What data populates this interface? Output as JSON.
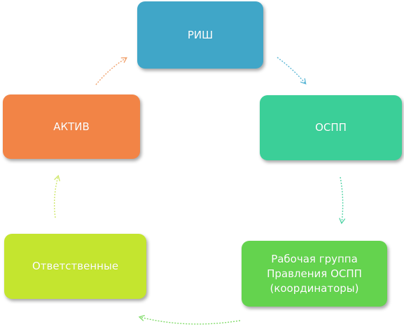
{
  "diagram": {
    "nodes": [
      {
        "id": "rish",
        "label": "РИШ"
      },
      {
        "id": "ospp",
        "label": "ОСПП"
      },
      {
        "id": "group",
        "label": "Рабочая группа\nПравления ОСПП\n(координаторы)"
      },
      {
        "id": "resp",
        "label": "Ответственные"
      },
      {
        "id": "aktiv",
        "label": "АКТИВ"
      }
    ],
    "edges": [
      {
        "from": "rish",
        "to": "ospp",
        "color": "#5bb7d6"
      },
      {
        "from": "ospp",
        "to": "group",
        "color": "#52d3a6"
      },
      {
        "from": "group",
        "to": "resp",
        "color": "#7edb66"
      },
      {
        "from": "resp",
        "to": "aktiv",
        "color": "#cfe76a"
      },
      {
        "from": "aktiv",
        "to": "rish",
        "color": "#f0a06a"
      }
    ],
    "colors": {
      "rish": "#40a6c8",
      "ospp": "#3bcf98",
      "group": "#64d34e",
      "resp": "#c4e52f",
      "aktiv": "#f28446"
    }
  }
}
